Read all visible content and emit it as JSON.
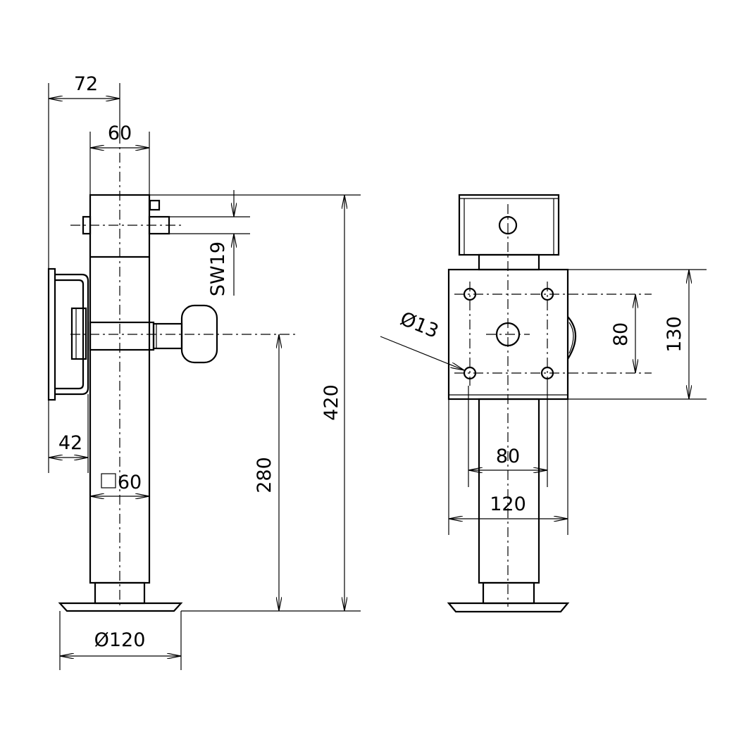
{
  "drawing": {
    "side_view": {
      "dim_overall_width": "72",
      "dim_tube_width": "60",
      "dim_wrench_size": "SW19",
      "dim_total_height": "420",
      "dim_crank_height": "280",
      "dim_bracket_offset": "42",
      "dim_tube_square": "60",
      "dim_foot_diameter": "Ø120"
    },
    "front_view": {
      "dim_hole_diameter": "Ø13",
      "dim_hole_spacing_vertical": "80",
      "dim_plate_height": "130",
      "dim_hole_spacing_horizontal": "80",
      "dim_plate_width": "120"
    }
  }
}
